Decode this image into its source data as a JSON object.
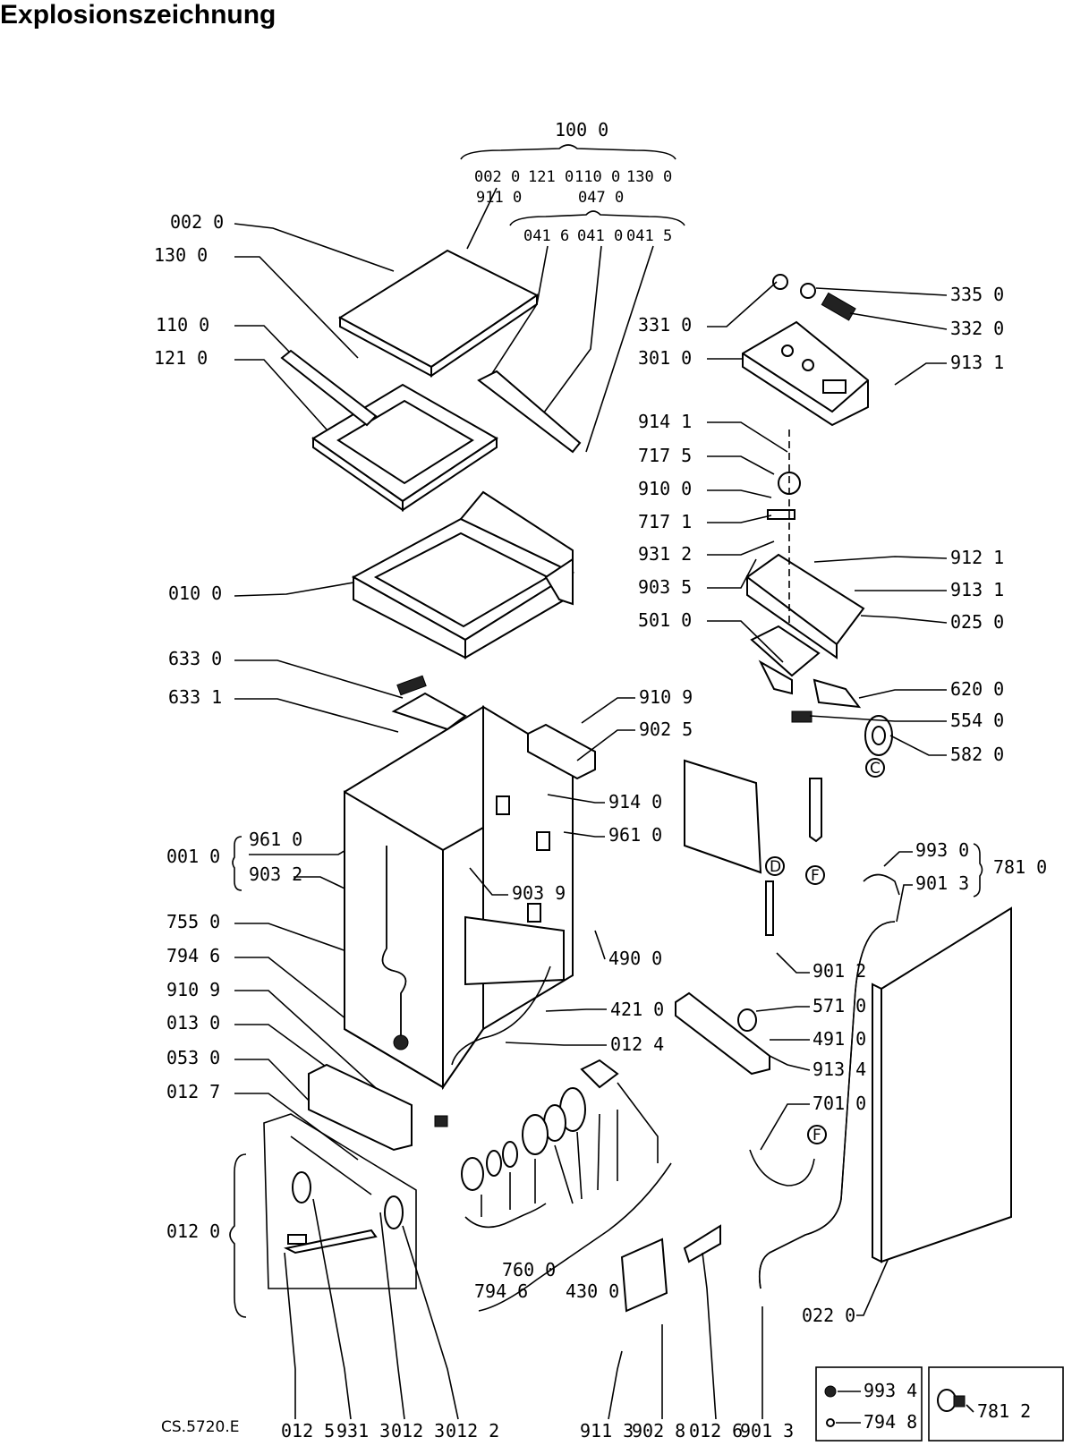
{
  "title": "Explosionszeichnung",
  "footer_code": "CS.5720.E",
  "assembly": {
    "top": "100 0",
    "row1": [
      "002 0",
      "121 0",
      "110 0",
      "130 0"
    ],
    "row2a": "911 0",
    "row2b": "047 0",
    "sub": [
      "041 6",
      "041 0",
      "041 5"
    ]
  },
  "left_labels": [
    "002 0",
    "130 0",
    "110 0",
    "121 0",
    "010 0",
    "633 0",
    "633 1",
    "001 0",
    "961 0",
    "903 2",
    "755 0",
    "794 6",
    "910 9",
    "013 0",
    "053 0",
    "012 7",
    "012 0"
  ],
  "center_labels": [
    "910 9",
    "902 5",
    "914 0",
    "961 0",
    "903 9",
    "490 0",
    "421 0",
    "012 4"
  ],
  "right_labels": [
    "331 0",
    "301 0",
    "335 0",
    "332 0",
    "913 1",
    "914 1",
    "717 5",
    "910 0",
    "717 1",
    "931 2",
    "903 5",
    "501 0",
    "912 1",
    "913 1",
    "025 0",
    "620 0",
    "554 0",
    "582 0",
    "993 0",
    "901 3",
    "781 0",
    "901 2",
    "571 0",
    "491 0",
    "913 4",
    "701 0",
    "022 0"
  ],
  "bottom_labels": [
    "012 5",
    "931 3",
    "012 3",
    "012 2",
    "760 0",
    "794 6",
    "430 0",
    "911 3",
    "902 8",
    "012 6",
    "901 3"
  ],
  "markers": [
    "C",
    "D",
    "F",
    "F"
  ],
  "legend": [
    {
      "code": "993 4"
    },
    {
      "code": "794 8"
    },
    {
      "code": "781 2"
    }
  ]
}
